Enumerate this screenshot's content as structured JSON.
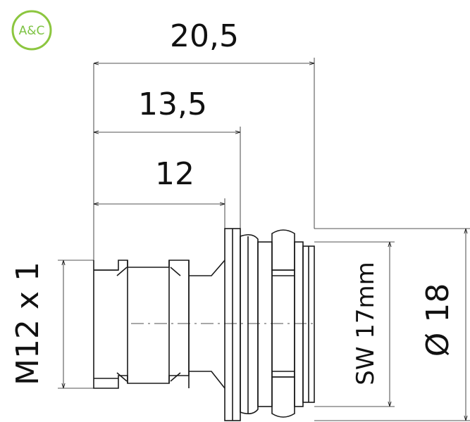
{
  "logo": {
    "text": "A&C",
    "color": "#8cc63f"
  },
  "dimensions": {
    "overall_length": "20,5",
    "flange_length": "13,5",
    "thread_length": "12",
    "thread_spec": "M12 x 1",
    "wrench_size": "SW 17mm",
    "diameter": "Ø 18"
  },
  "colors": {
    "line": "#1a1a1a",
    "background": "#ffffff"
  }
}
